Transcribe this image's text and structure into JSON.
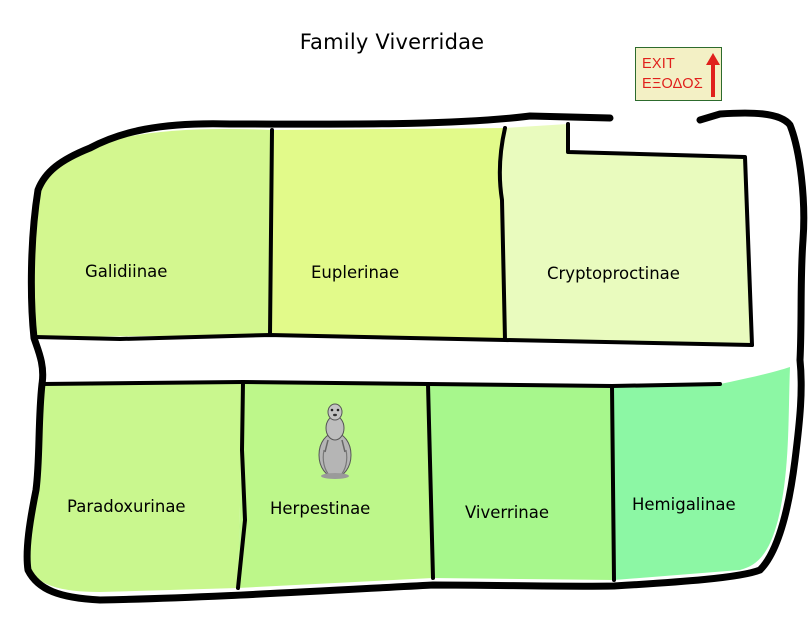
{
  "title": "Family Viverridae",
  "exit_sign": {
    "line1": "EXIT",
    "line2": "ΕΞΟΔΟΣ",
    "text_color": "#e0201c",
    "bg_color": "#f3f0c5",
    "icon": "up-arrow-icon"
  },
  "rooms": [
    {
      "id": "galidiinae",
      "label": "Galidiinae",
      "color": "#d3f78f"
    },
    {
      "id": "euplerinae",
      "label": "Euplerinae",
      "color": "#e2fa8a"
    },
    {
      "id": "cryptoproctinae",
      "label": "Cryptoproctinae",
      "color": "#e9fbbe"
    },
    {
      "id": "paradoxurinae",
      "label": "Paradoxurinae",
      "color": "#c9f78e"
    },
    {
      "id": "herpestinae",
      "label": "Herpestinae",
      "color": "#bdf78a"
    },
    {
      "id": "viverrinae",
      "label": "Viverrinae",
      "color": "#a7f78c"
    },
    {
      "id": "hemigalinae",
      "label": "Hemigalinae",
      "color": "#8cf7a4"
    }
  ],
  "animal_icon": "meerkat-icon"
}
